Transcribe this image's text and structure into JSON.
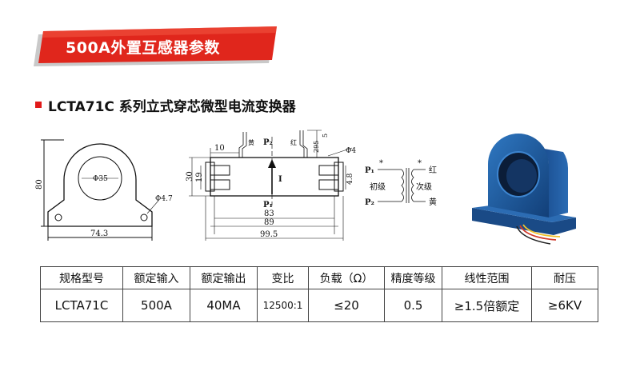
{
  "banner": {
    "title": "500A外置互感器参数"
  },
  "section": {
    "title": "LCTA71C 系列立式穿芯微型电流变换器"
  },
  "drawing_labels": {
    "hole_dia": "Φ35",
    "mount_hole": "Φ4.7",
    "height": "80",
    "base_width": "74.3",
    "dim_10": "10",
    "dim_30": "30",
    "dim_19": "19",
    "dim_83": "83",
    "dim_89": "89",
    "dim_99_5": "99.5",
    "dim_295": "295",
    "dim_5": "5",
    "dim_phi4": "Φ4",
    "dim_4_8": "4.8",
    "label_p1": "P₁",
    "label_p2": "P₂",
    "label_i": "I",
    "wire_yellow": "黄",
    "wire_red": "红",
    "sch_p1": "P₁",
    "sch_p2": "P₂",
    "sch_primary": "初级",
    "sch_secondary": "次级",
    "sch_red": "红",
    "sch_yellow": "黄",
    "sch_star_left": "*",
    "sch_star_right": "*"
  },
  "table": {
    "headers": [
      "规格型号",
      "额定输入",
      "额定输出",
      "变比",
      "负载（Ω）",
      "精度等级",
      "线性范围",
      "耐压"
    ],
    "row": [
      "LCTA71C",
      "500A",
      "40MA",
      "12500:1",
      "≤20",
      "0.5",
      "≥1.5倍额定",
      "≥6KV"
    ]
  },
  "colors": {
    "banner_red": "#e0261c",
    "accent_red": "#e11a1a",
    "product_blue": "#1d5fa8"
  }
}
